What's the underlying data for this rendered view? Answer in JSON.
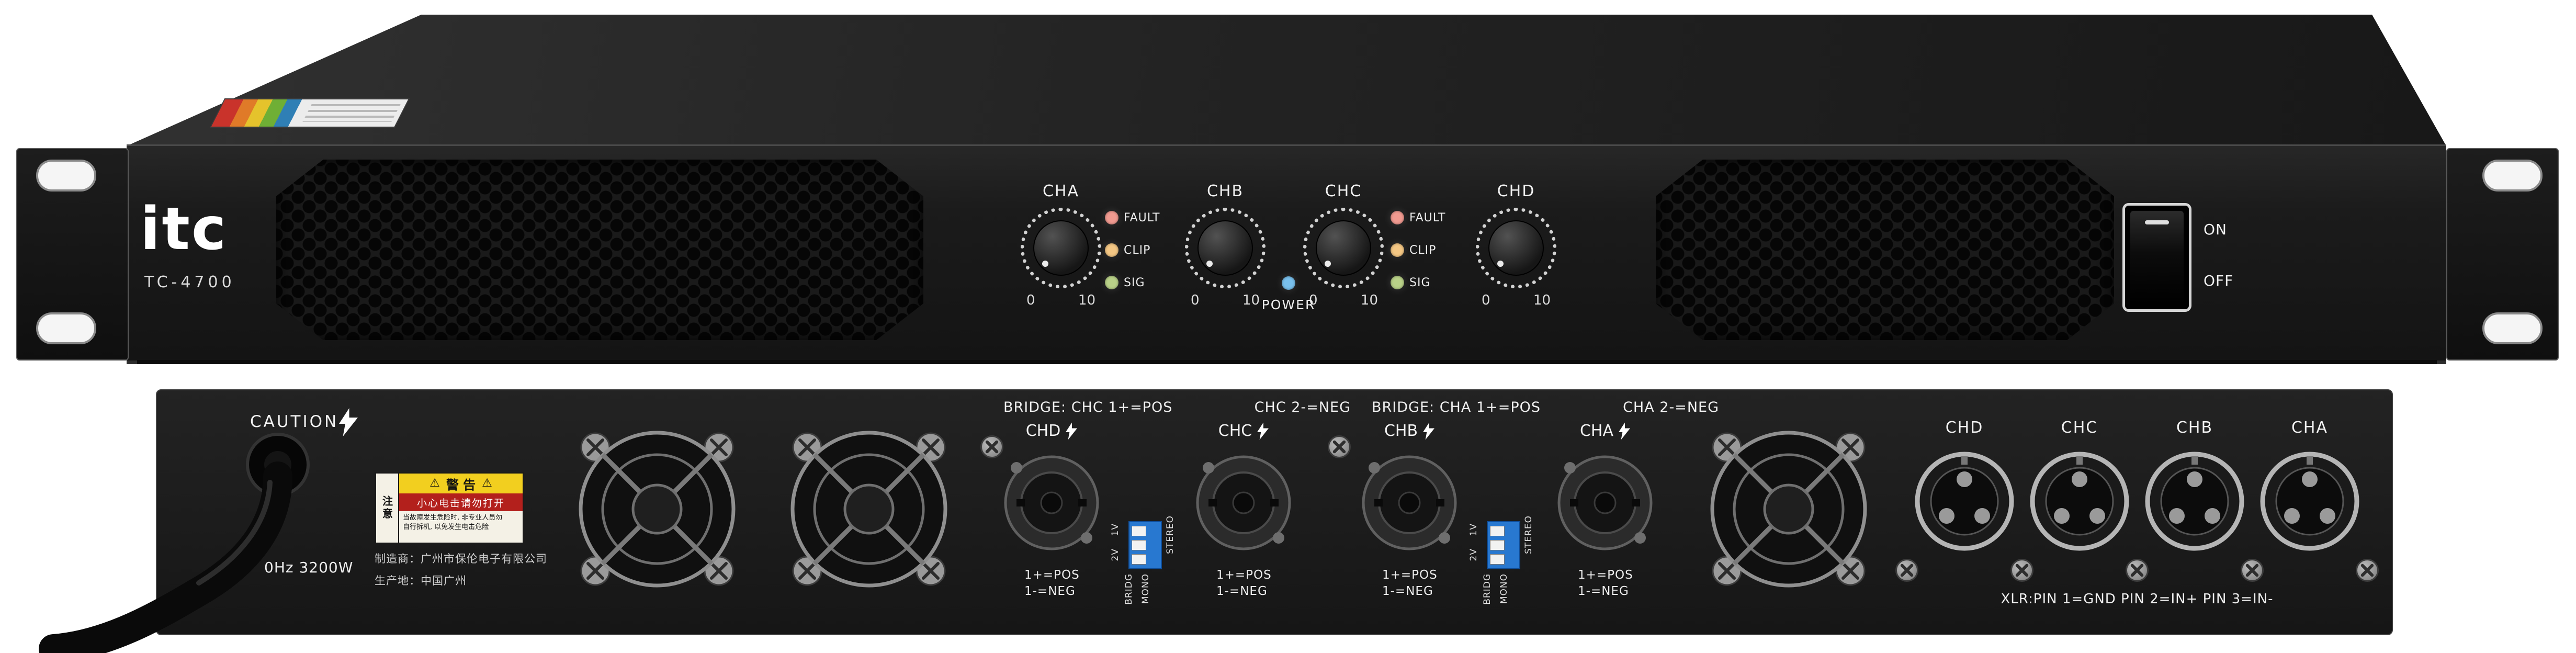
{
  "brand": {
    "logo": "itc",
    "model": "TC-4700"
  },
  "front": {
    "channels": [
      {
        "label": "CHA"
      },
      {
        "label": "CHB"
      },
      {
        "label": "CHC"
      },
      {
        "label": "CHD"
      }
    ],
    "knob": {
      "min": "0",
      "max": "10"
    },
    "leds": {
      "fault": "FAULT",
      "clip": "CLIP",
      "sig": "SIG"
    },
    "power_label": "POWER",
    "power_switch": {
      "on": "ON",
      "off": "OFF"
    },
    "colors": {
      "fault": "#f09a90",
      "clip": "#f4c784",
      "sig": "#b9d188",
      "power": "#79c0ec"
    }
  },
  "rear": {
    "caution": "CAUTION",
    "power_rating": "0Hz 3200W",
    "warning_sticker": {
      "title": "警 告",
      "warning_line": "小心电击请勿打开",
      "note_label": "注意",
      "note_line1": "当故障发生危险时, 非专业人员勿",
      "note_line2": "自行拆机, 以免发生电击危险"
    },
    "manufacturer_line1": "制造商：广州市保伦电子有限公司",
    "manufacturer_line2": "生产地：中国广州",
    "speaker_groups": [
      {
        "bridge_left": "BRIDGE: CHC 1+=POS",
        "bridge_right": "CHC 2-=NEG",
        "ch_left": "CHD",
        "ch_right": "CHC",
        "pos": "1+=POS",
        "neg": "1-=NEG"
      },
      {
        "bridge_left": "BRIDGE: CHA 1+=POS",
        "bridge_right": "CHA 2-=NEG",
        "ch_left": "CHB",
        "ch_right": "CHA",
        "pos": "1+=POS",
        "neg": "1-=NEG"
      }
    ],
    "dip": {
      "v1": "1V",
      "v2": "2V",
      "stereo": "STEREO",
      "bridg": "BRIDG",
      "mono": "MONO"
    },
    "xlr": {
      "channels": [
        "CHD",
        "CHC",
        "CHB",
        "CHA"
      ],
      "pin_info": "XLR:PIN 1=GND PIN 2=IN+ PIN 3=IN-"
    }
  }
}
